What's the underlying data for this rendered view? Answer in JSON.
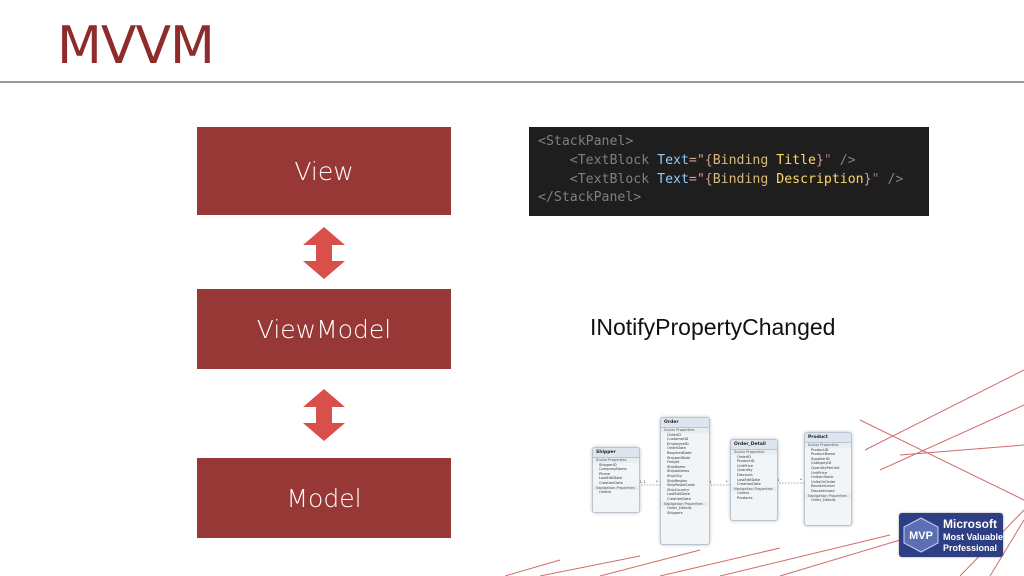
{
  "slide": {
    "title": "MVVM",
    "boxes": {
      "view": "View",
      "viewmodel": "ViewModel",
      "model": "Model"
    },
    "interface_label": "INotifyPropertyChanged",
    "code": {
      "line1_open": "<StackPanel>",
      "line2_open_tag": "<TextBlock",
      "line2_attr": "Text",
      "line2_eq_q": "=\"",
      "line2_brace_open": "{",
      "line2_binding": "Binding",
      "line2_prop": "Title",
      "line2_brace_close": "}",
      "line2_close": "\" />",
      "line3_open_tag": "<TextBlock",
      "line3_attr": "Text",
      "line3_eq_q": "=\"",
      "line3_brace_open": "{",
      "line3_binding": "Binding",
      "line3_prop": "Description",
      "line3_brace_close": "}",
      "line3_close": "\" />",
      "line4_close": "</StackPanel>"
    },
    "diagram": {
      "entities": [
        {
          "name": "Shipper",
          "sections": [
            "Scalar Properties"
          ],
          "rows": [
            "ShipperID",
            "CompanyName",
            "Phone",
            "LastEditDate",
            "CreationDate"
          ],
          "nav_section": "Navigation Properties",
          "nav_rows": [
            "Orders"
          ]
        },
        {
          "name": "Order",
          "sections": [
            "Scalar Properties"
          ],
          "rows": [
            "OrderID",
            "CustomerID",
            "EmployeeID",
            "OrderDate",
            "RequiredDate",
            "ShippedDate",
            "Freight",
            "ShipName",
            "ShipAddress",
            "ShipCity",
            "ShipRegion",
            "ShipPostalCode",
            "ShipCountry",
            "LastEditDate",
            "CreationDate"
          ],
          "nav_section": "Navigation Properties",
          "nav_rows": [
            "Order_Details",
            "Shippers"
          ]
        },
        {
          "name": "Order_Detail",
          "sections": [
            "Scalar Properties"
          ],
          "rows": [
            "OrderID",
            "ProductID",
            "UnitPrice",
            "Quantity",
            "Discount",
            "LastEditDate",
            "CreationDate"
          ],
          "nav_section": "Navigation Properties",
          "nav_rows": [
            "Orders",
            "Products"
          ]
        },
        {
          "name": "Product",
          "sections": [
            "Scalar Properties"
          ],
          "rows": [
            "ProductID",
            "ProductName",
            "SupplierID",
            "CategoryID",
            "QuantityPerUnit",
            "UnitPrice",
            "UnitsInStock",
            "UnitsOnOrder",
            "ReorderLevel",
            "Discontinued"
          ],
          "nav_section": "Navigation Properties",
          "nav_rows": [
            "Order_Details"
          ]
        }
      ],
      "multiplicities": [
        "0..1",
        "*",
        "1",
        "*",
        "1",
        "*"
      ]
    },
    "badge": {
      "mark": "MVP",
      "line1": "Microsoft",
      "line2": "Most Valuable",
      "line3": "Professional"
    },
    "colors": {
      "accent": "#973836",
      "title": "#8e2b2b",
      "code_bg": "#1e1e1e",
      "badge_bg": "#2d3e84"
    }
  }
}
